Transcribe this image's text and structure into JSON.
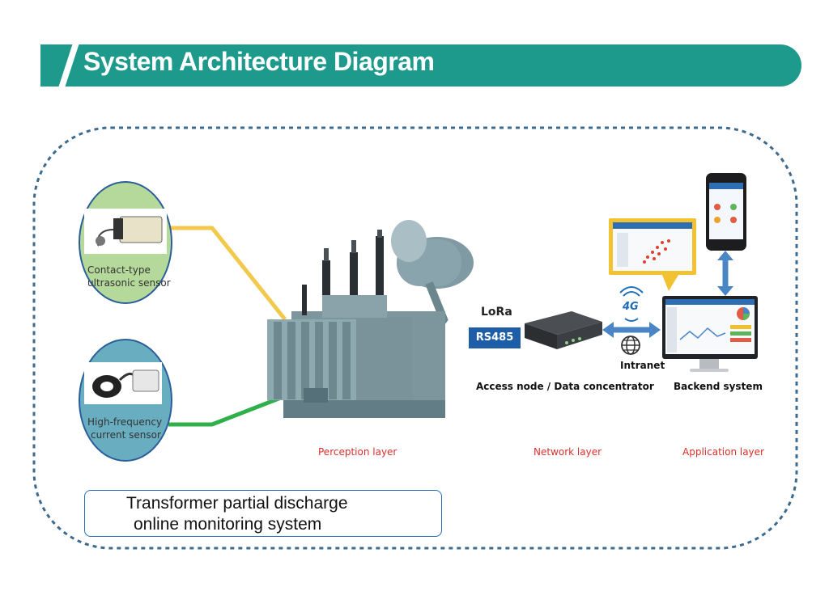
{
  "title": "System Architecture Diagram",
  "sensors": {
    "ultrasonic": {
      "line1": "Contact-type",
      "line2": "ultrasonic sensor"
    },
    "hfct": {
      "line1": "High-frequency",
      "line2": "current sensor"
    }
  },
  "network": {
    "lora": "LoRa",
    "rs485": "RS485",
    "g4": "4G",
    "intranet": "Intranet"
  },
  "nodes": {
    "access": "Access node / Data concentrator",
    "backend": "Backend system"
  },
  "layers": {
    "perception": "Perception layer",
    "network": "Network layer",
    "application": "Application layer"
  },
  "caption": {
    "line1": "Transformer partial discharge",
    "line2": "online monitoring system"
  },
  "colors": {
    "banner": "#1d9a8c",
    "frame_dash": "#3d6a8f",
    "sensor_top_fill": "#b5d99a",
    "sensor_bottom_fill": "#69aec0",
    "ultrasonic_line": "#f2c94c",
    "hfct_line": "#2fb04a",
    "arrow": "#4a86c5",
    "layer_text": "#d9302b"
  }
}
